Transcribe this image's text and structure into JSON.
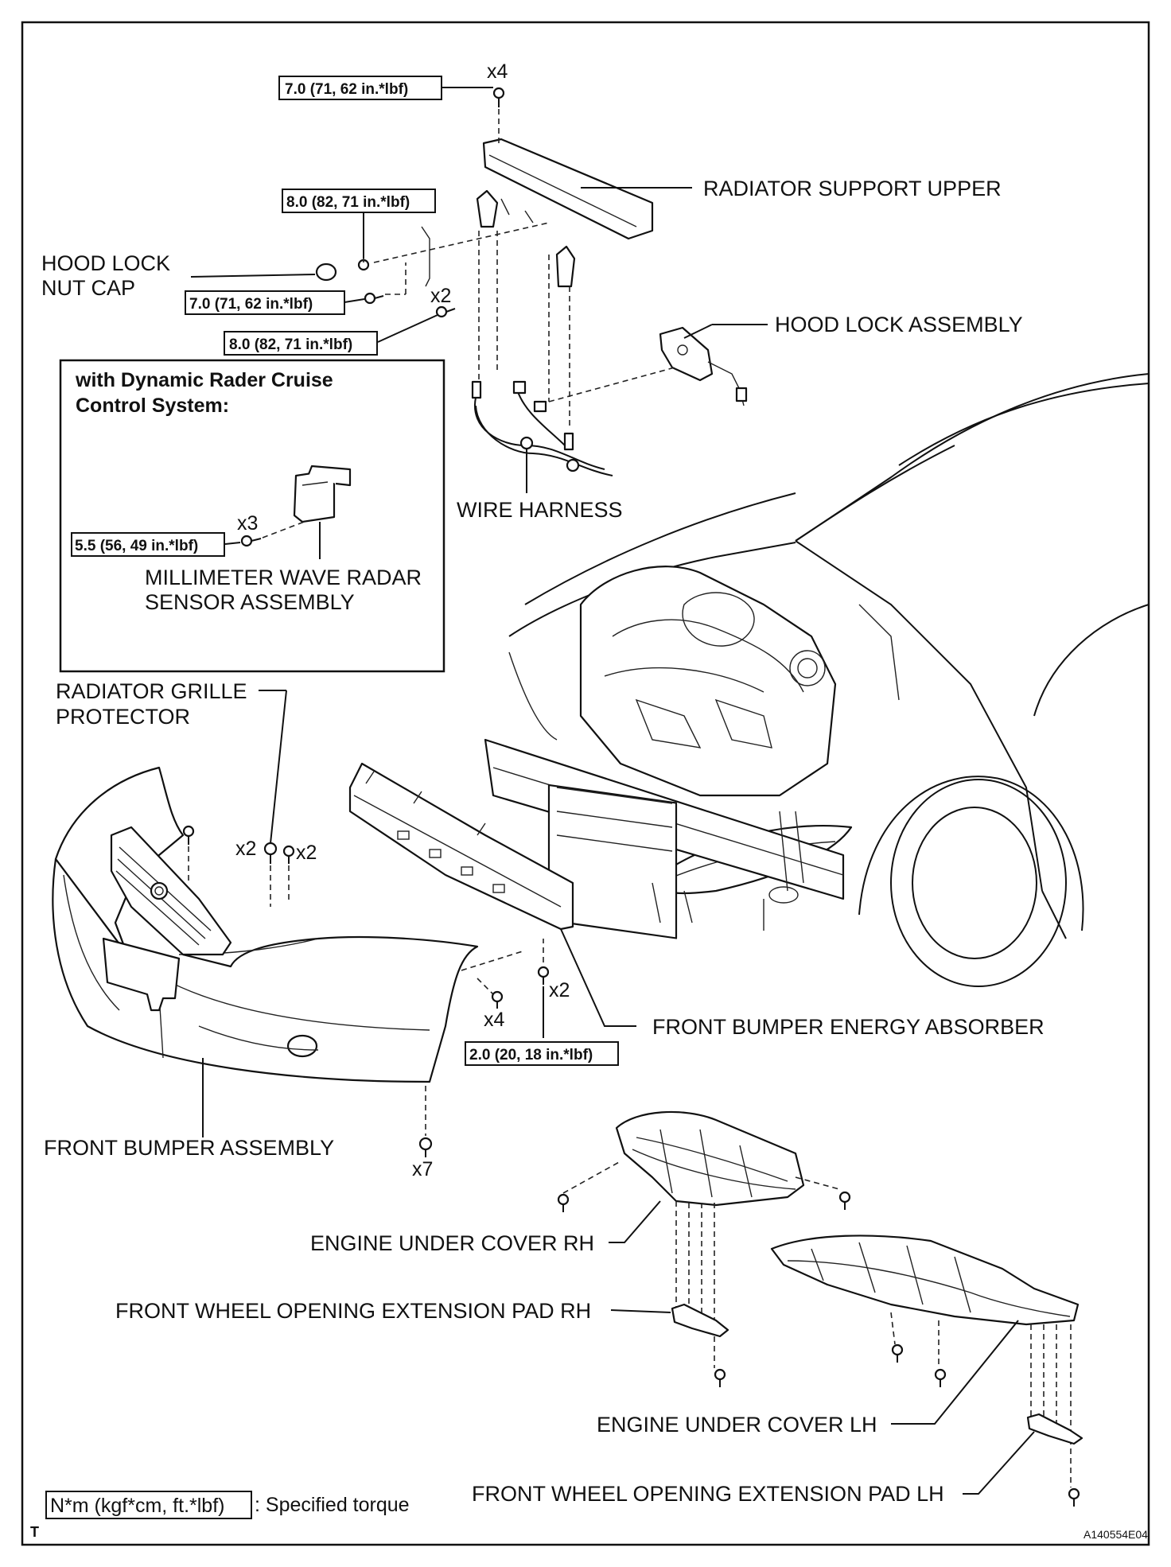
{
  "diagram": {
    "parts": {
      "radiator_support_upper": "RADIATOR SUPPORT UPPER",
      "hood_lock_nut_cap_1": "HOOD LOCK",
      "hood_lock_nut_cap_2": "NUT CAP",
      "hood_lock_assembly": "HOOD LOCK ASSEMBLY",
      "wire_harness": "WIRE HARNESS",
      "radiator_grille_protector_1": "RADIATOR GRILLE",
      "radiator_grille_protector_2": "PROTECTOR",
      "front_bumper_energy_absorber": "FRONT BUMPER ENERGY ABSORBER",
      "front_bumper_assembly": "FRONT BUMPER ASSEMBLY",
      "engine_under_cover_rh": "ENGINE UNDER COVER RH",
      "front_wheel_opening_extension_pad_rh": "FRONT WHEEL OPENING EXTENSION PAD RH",
      "engine_under_cover_lh": "ENGINE UNDER COVER LH",
      "front_wheel_opening_extension_pad_lh": "FRONT WHEEL OPENING EXTENSION PAD LH"
    },
    "inset": {
      "title_1": "with Dynamic Rader Cruise",
      "title_2": "Control System:",
      "sensor_1": "MILLIMETER WAVE RADAR",
      "sensor_2": "SENSOR ASSEMBLY",
      "torque": "5.5 (56, 49 in.*lbf)",
      "qty": "x3"
    },
    "torques": {
      "t1": "7.0 (71, 62 in.*lbf)",
      "t2": "8.0 (82, 71 in.*lbf)",
      "t3": "7.0 (71, 62 in.*lbf)",
      "t4": "8.0 (82, 71 in.*lbf)",
      "t5": "2.0 (20, 18 in.*lbf)"
    },
    "quantities": {
      "q_top": "x4",
      "q_hood": "x2",
      "q_grille_left": "x2",
      "q_grille_right": "x2",
      "q_bumper_side": "x4",
      "q_absorber": "x2",
      "q_bottom": "x7"
    },
    "legend": {
      "box": "N*m (kgf*cm, ft.*lbf)",
      "text": ": Specified torque"
    },
    "corner_letter": "T",
    "figure_code": "A140554E04"
  }
}
